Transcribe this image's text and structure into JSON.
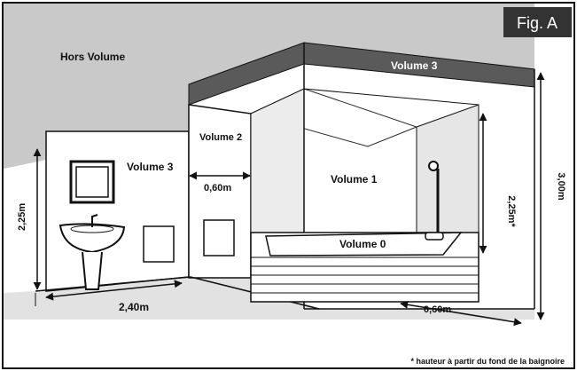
{
  "figure": {
    "badge": "Fig. A",
    "footnote": "* hauteur à partir du fond de la baignoire"
  },
  "zones": {
    "hors_volume": "Hors Volume",
    "volume_3_left": "Volume 3",
    "volume_3_top": "Volume 3",
    "volume_2": "Volume 2",
    "volume_1": "Volume 1",
    "volume_0": "Volume 0"
  },
  "dimensions": {
    "left_height": "2,25m",
    "volume2_width": "0,60m",
    "floor_width": "2,40m",
    "floor_depth": "0,60m",
    "volume1_height": "2,25m*",
    "total_height": "3,00m"
  },
  "colors": {
    "wall": "#c9c9c9",
    "floor": "#e2e2e2",
    "volume_band": "#5a5a5a",
    "outline": "#111111",
    "badge_bg": "#333333",
    "page": "#ffffff"
  }
}
